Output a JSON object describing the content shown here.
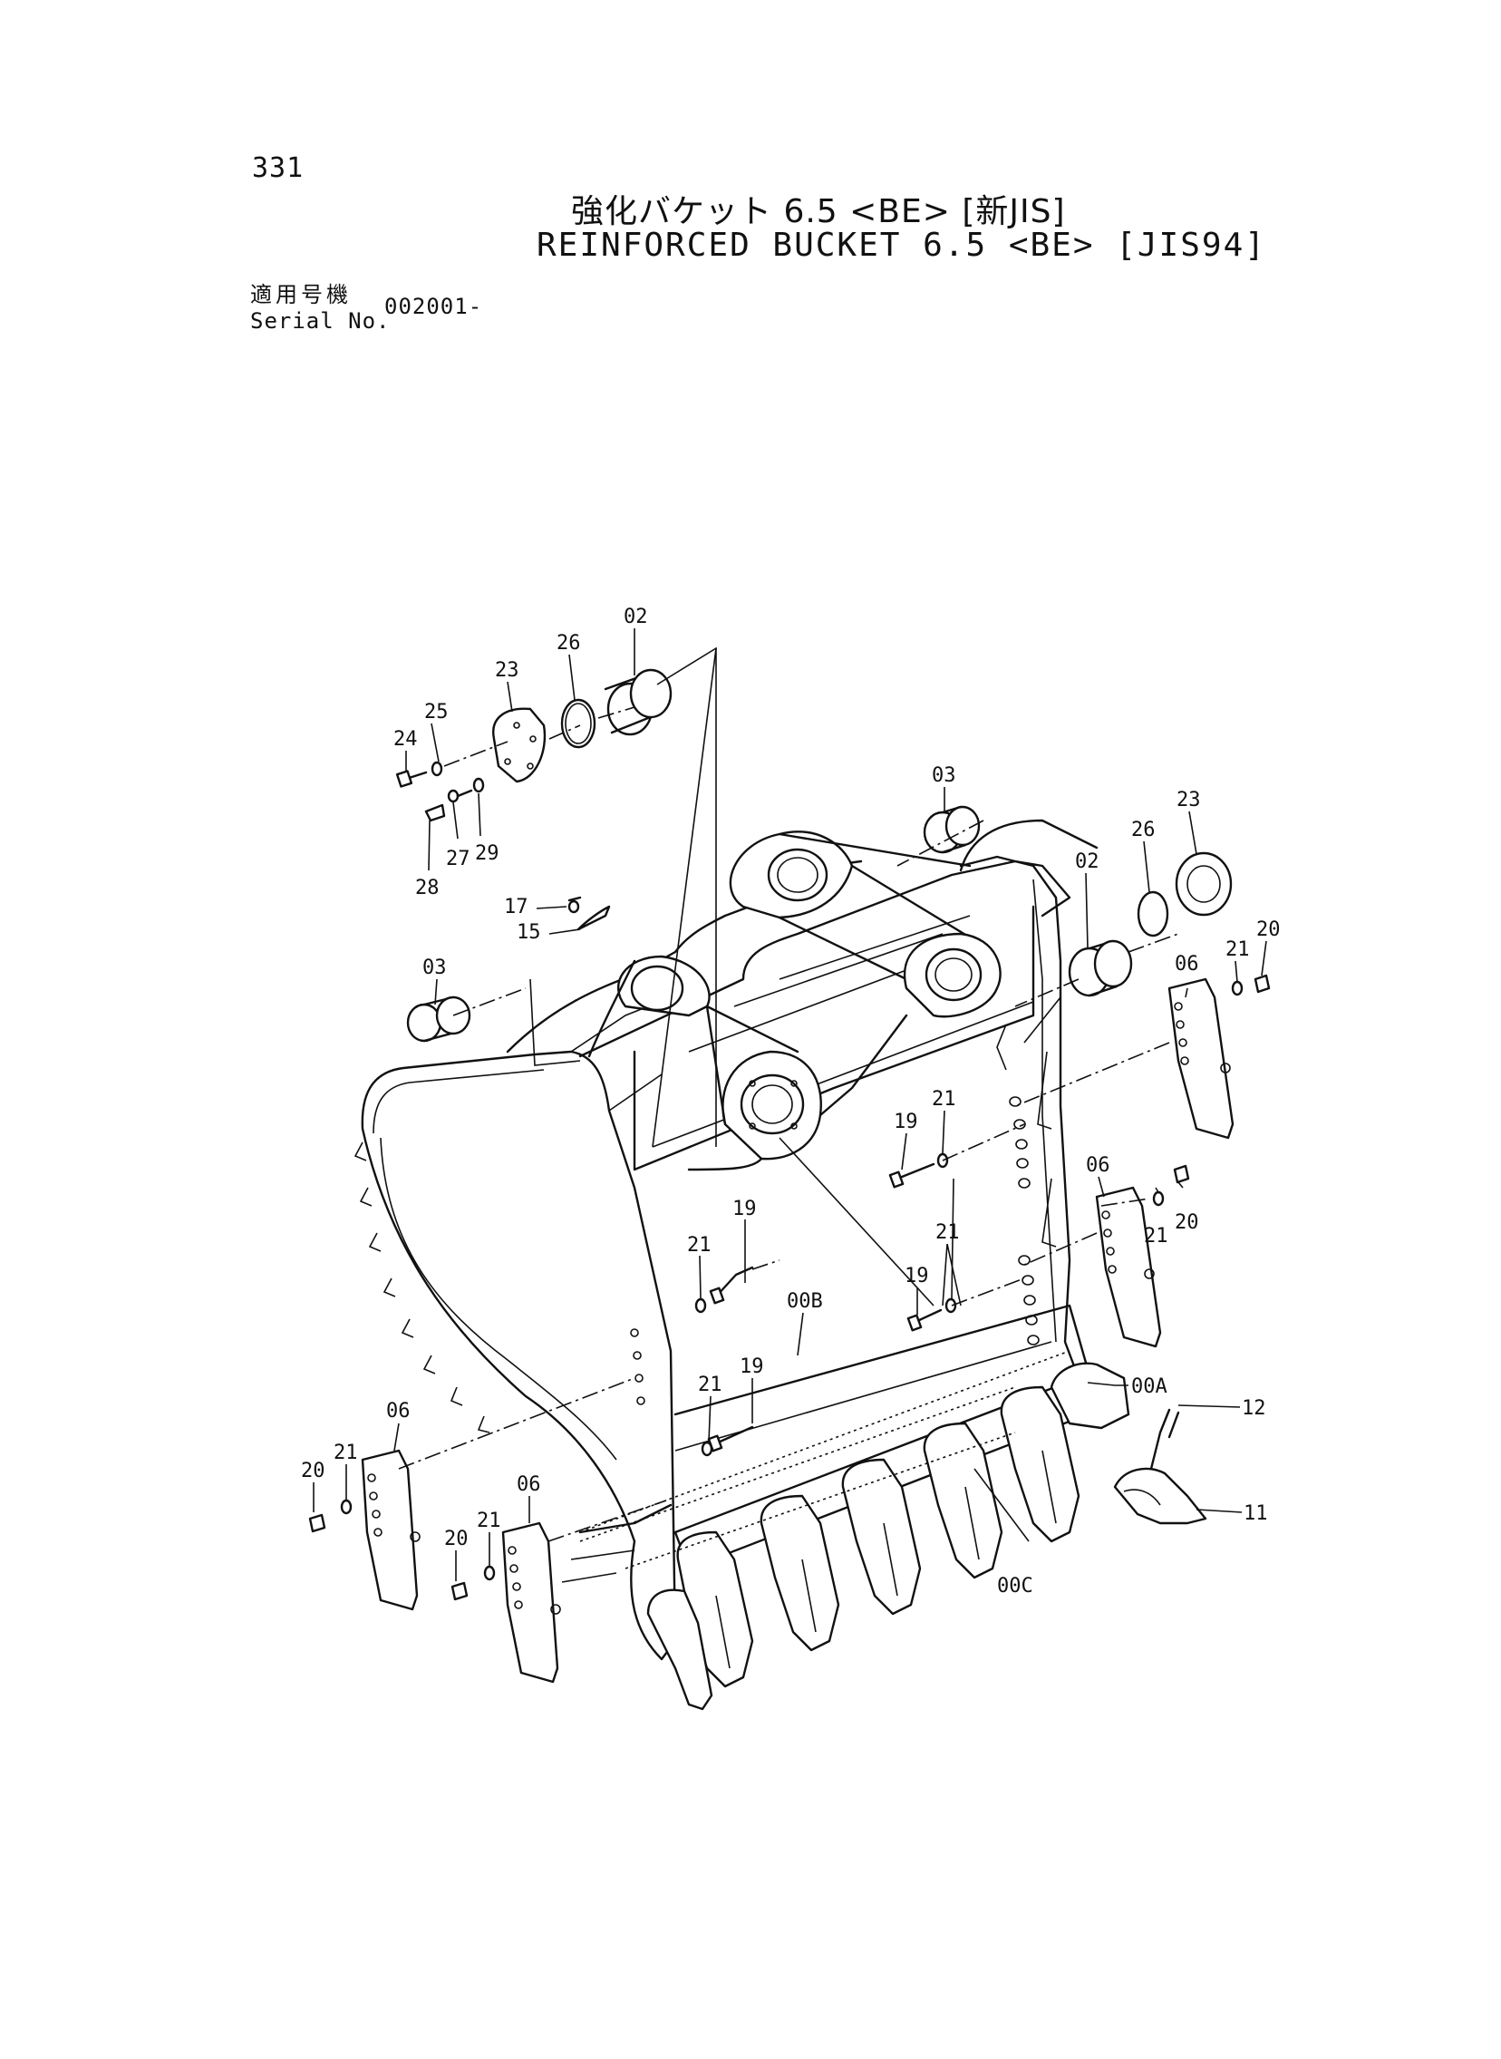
{
  "header": {
    "page_number": "331",
    "title_jp": "強化バケット 6.5 <BE> [新JIS]",
    "title_en": "REINFORCED BUCKET 6.5 <BE> [JIS94]",
    "serial_label_jp": "適用号機",
    "serial_label_en": "Serial No.",
    "serial_value": "002001-"
  },
  "callouts": {
    "c02a": "02",
    "c26a": "26",
    "c23a": "23",
    "c25": "25",
    "c24": "24",
    "c27": "27",
    "c28": "28",
    "c29": "29",
    "c03a": "03",
    "c03b": "03",
    "c17": "17",
    "c15": "15",
    "c02b": "02",
    "c26b": "26",
    "c23b": "23",
    "c20a": "20",
    "c21a": "21",
    "c06a": "06",
    "c19a": "19",
    "c21b": "21",
    "c06b": "06",
    "c20b": "20",
    "c21c": "21",
    "c19b": "19",
    "c21d": "21",
    "c21e": "21",
    "c19c": "19",
    "c00b": "00B",
    "c00a": "00A",
    "c12": "12",
    "c21f": "21",
    "c19d": "19",
    "c06c": "06",
    "c20c": "20",
    "c21g": "21",
    "c06d": "06",
    "c20d": "20",
    "c21h": "21",
    "c11": "11",
    "c00c": "00C"
  }
}
